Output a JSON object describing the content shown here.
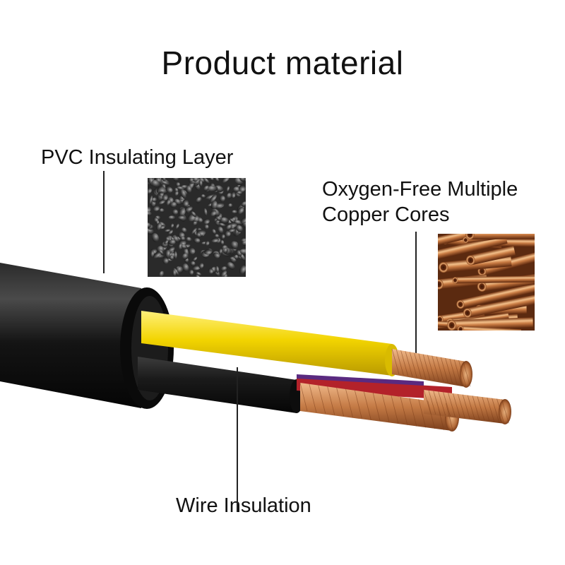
{
  "title": "Product material",
  "labels": {
    "pvc_layer": "PVC Insulating Layer",
    "copper_cores_line1": "Oxygen-Free Multiple",
    "copper_cores_line2": "Copper Cores",
    "wire_insulation": "Wire Insulation"
  },
  "colors": {
    "outer_jacket": "#0d0d0d",
    "yellow_wire": "#f2d400",
    "copper": "#c9824b",
    "red_wire": "#b3222a",
    "pvc_granules": "#3a3a3a"
  }
}
